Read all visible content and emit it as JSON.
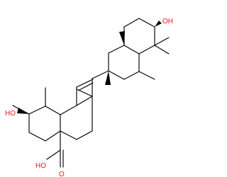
{
  "structure": {
    "atom_labels": {
      "hydroxyl_top_right": "OH",
      "hydroxyl_left": "HO",
      "carboxyl_oh": "HO",
      "carboxyl_o": "O"
    }
  },
  "colors": {
    "bond": "#000000",
    "oxygen": "#e8171a",
    "background": "#ffffff"
  }
}
